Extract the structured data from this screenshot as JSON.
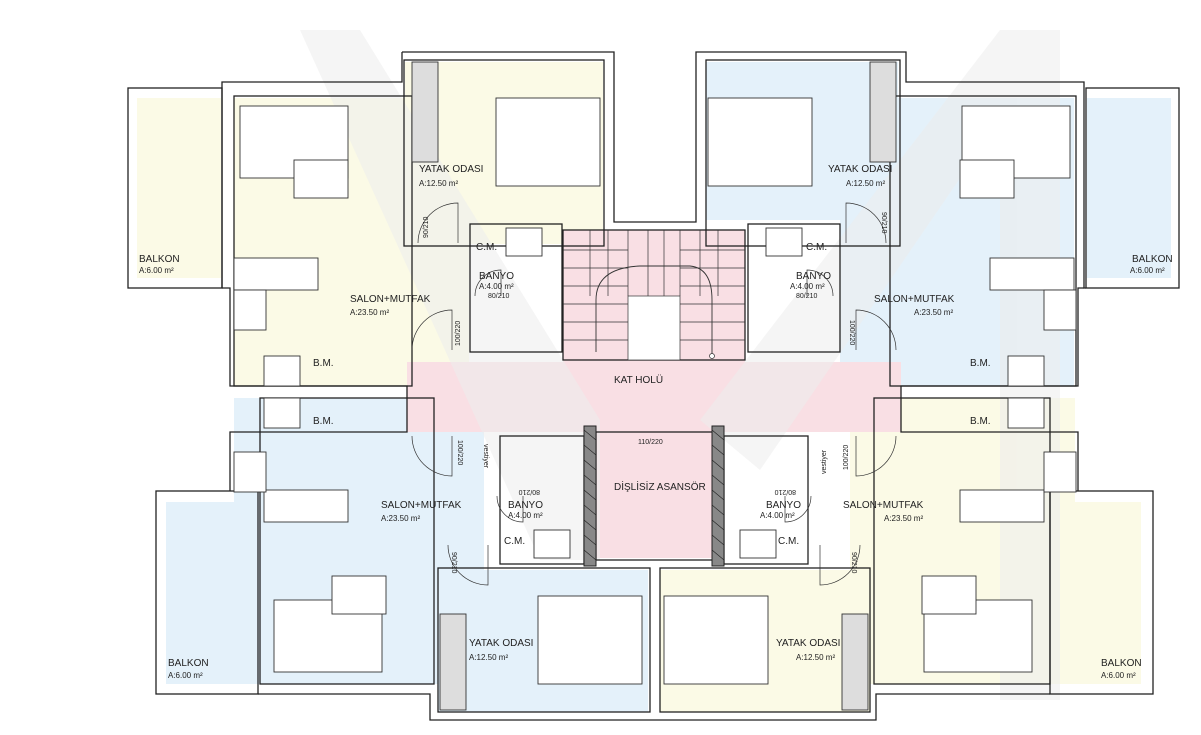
{
  "colors": {
    "yellow_unit": "#fbfae6",
    "blue_unit": "#e4f1fa",
    "core_pink": "#f9dfe4",
    "wall": "#222222",
    "watermark": "#eeeeee"
  },
  "common": {
    "hall_label": "KAT HOLÜ",
    "elevator_label": "DİŞLİSİZ ASANSÖR",
    "elevator_door": "110/220"
  },
  "units": {
    "top_left": {
      "bedroom": {
        "name": "YATAK ODASI",
        "area": "A:12.50 m²",
        "door": "90/210"
      },
      "living": {
        "name": "SALON+MUTFAK",
        "area": "A:23.50 m²",
        "door": "100/220"
      },
      "bath": {
        "name": "BANYO",
        "area": "A:4.00 m²",
        "door": "80/210"
      },
      "wc": "C.M.",
      "storage": "B.M.",
      "balcony": {
        "name": "BALKON",
        "area": "A:6.00 m²"
      }
    },
    "top_right": {
      "bedroom": {
        "name": "YATAK ODASI",
        "area": "A:12.50 m²",
        "door": "90/210"
      },
      "living": {
        "name": "SALON+MUTFAK",
        "area": "A:23.50 m²",
        "door": "100/220"
      },
      "bath": {
        "name": "BANYO",
        "area": "A:4.00 m²",
        "door": "80/210"
      },
      "wc": "C.M.",
      "storage": "B.M.",
      "balcony": {
        "name": "BALKON",
        "area": "A:6.00 m²"
      }
    },
    "bottom_left": {
      "bedroom": {
        "name": "YATAK ODASI",
        "area": "A:12.50 m²",
        "door": "90/210"
      },
      "living": {
        "name": "SALON+MUTFAK",
        "area": "A:23.50 m²",
        "door": "100/220"
      },
      "bath": {
        "name": "BANYO",
        "area": "A:4.00 m²",
        "door": "80/210"
      },
      "wc": "C.M.",
      "storage": "B.M.",
      "vestiyer": "vestiyer",
      "balcony": {
        "name": "BALKON",
        "area": "A:6.00 m²"
      }
    },
    "bottom_right": {
      "bedroom": {
        "name": "YATAK ODASI",
        "area": "A:12.50 m²",
        "door": "90/210"
      },
      "living": {
        "name": "SALON+MUTFAK",
        "area": "A:23.50 m²",
        "door": "100/220"
      },
      "bath": {
        "name": "BANYO",
        "area": "A:4.00 m²",
        "door": "80/210"
      },
      "wc": "C.M.",
      "storage": "B.M.",
      "vestiyer": "vestiyer",
      "balcony": {
        "name": "BALKON",
        "area": "A:6.00 m²"
      }
    }
  }
}
